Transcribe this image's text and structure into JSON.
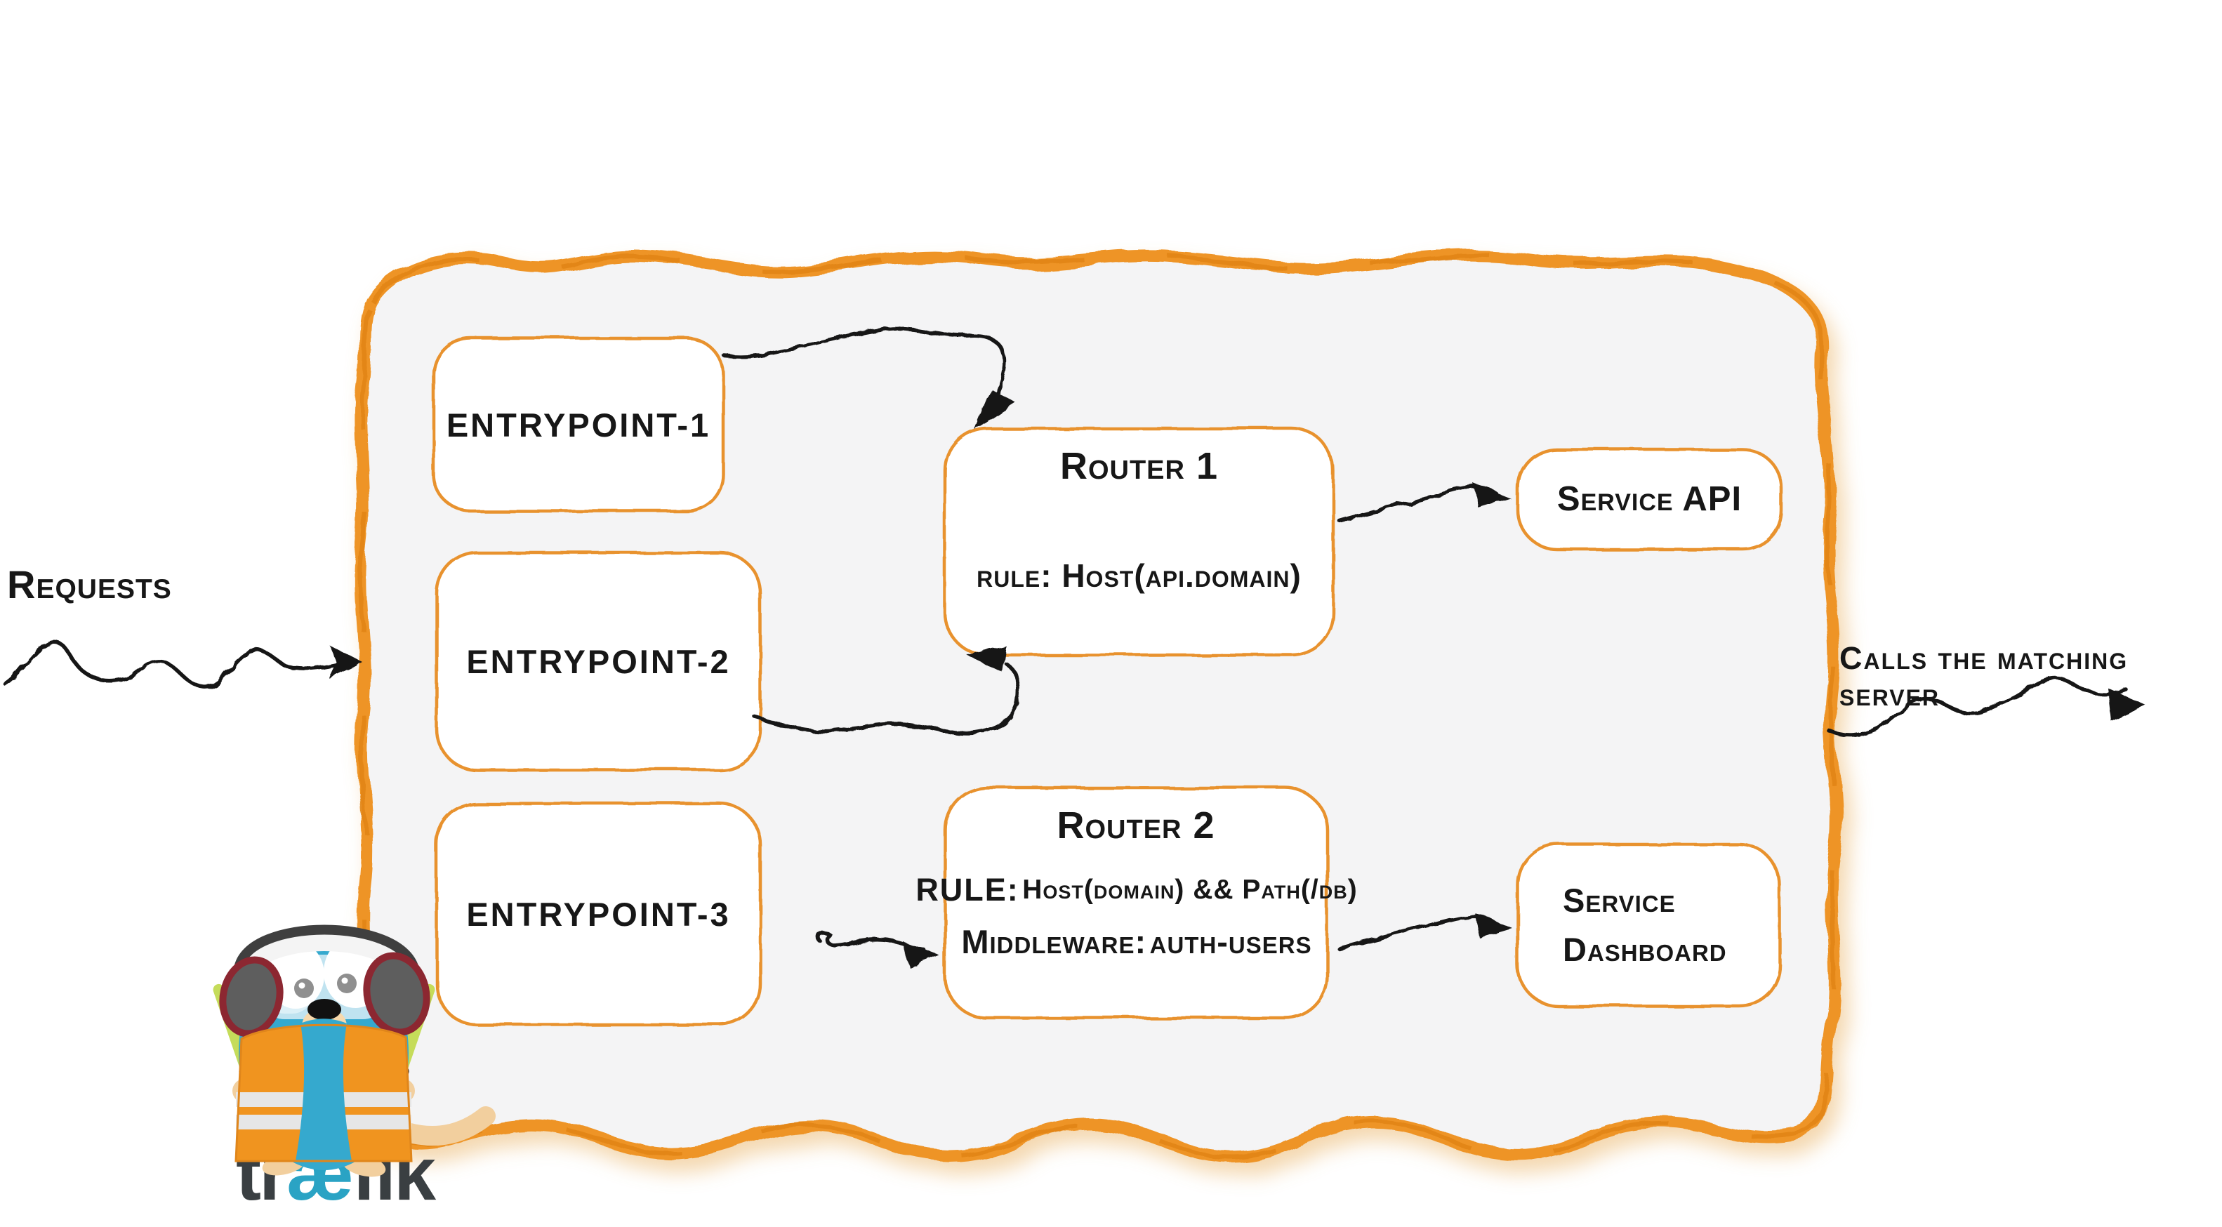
{
  "diagram": {
    "requests_label": "Requests",
    "calls_label": "Calls the matching server",
    "entrypoints": [
      {
        "label": "ENTRYPOINT-1"
      },
      {
        "label": "ENTRYPOINT-2"
      },
      {
        "label": "ENTRYPOINT-3"
      }
    ],
    "routers": [
      {
        "title": "Router 1",
        "rule": "rule: Host(api.domain)"
      },
      {
        "title": "Router 2",
        "rule_label": "RULE:",
        "rule_value": "Host(domain) && Path(/db)",
        "middleware_label": "Middleware:",
        "middleware_value": "auth-users"
      }
    ],
    "services": [
      {
        "label": "Service API"
      },
      {
        "line1": "Service",
        "line2": "Dashboard"
      }
    ],
    "logo": {
      "part1": "tr",
      "part2": "æ",
      "part3": "fik"
    },
    "colors": {
      "border_orange": "#EE9428",
      "box_orange": "#E8922F",
      "ink": "#171717",
      "panel_fill": "#f4f4f5",
      "gopher_teal": "#35A9CE",
      "logo_teal": "#2aa3c4",
      "vest_orange": "#F0941F",
      "baton_green": "#C5DC5A"
    }
  }
}
